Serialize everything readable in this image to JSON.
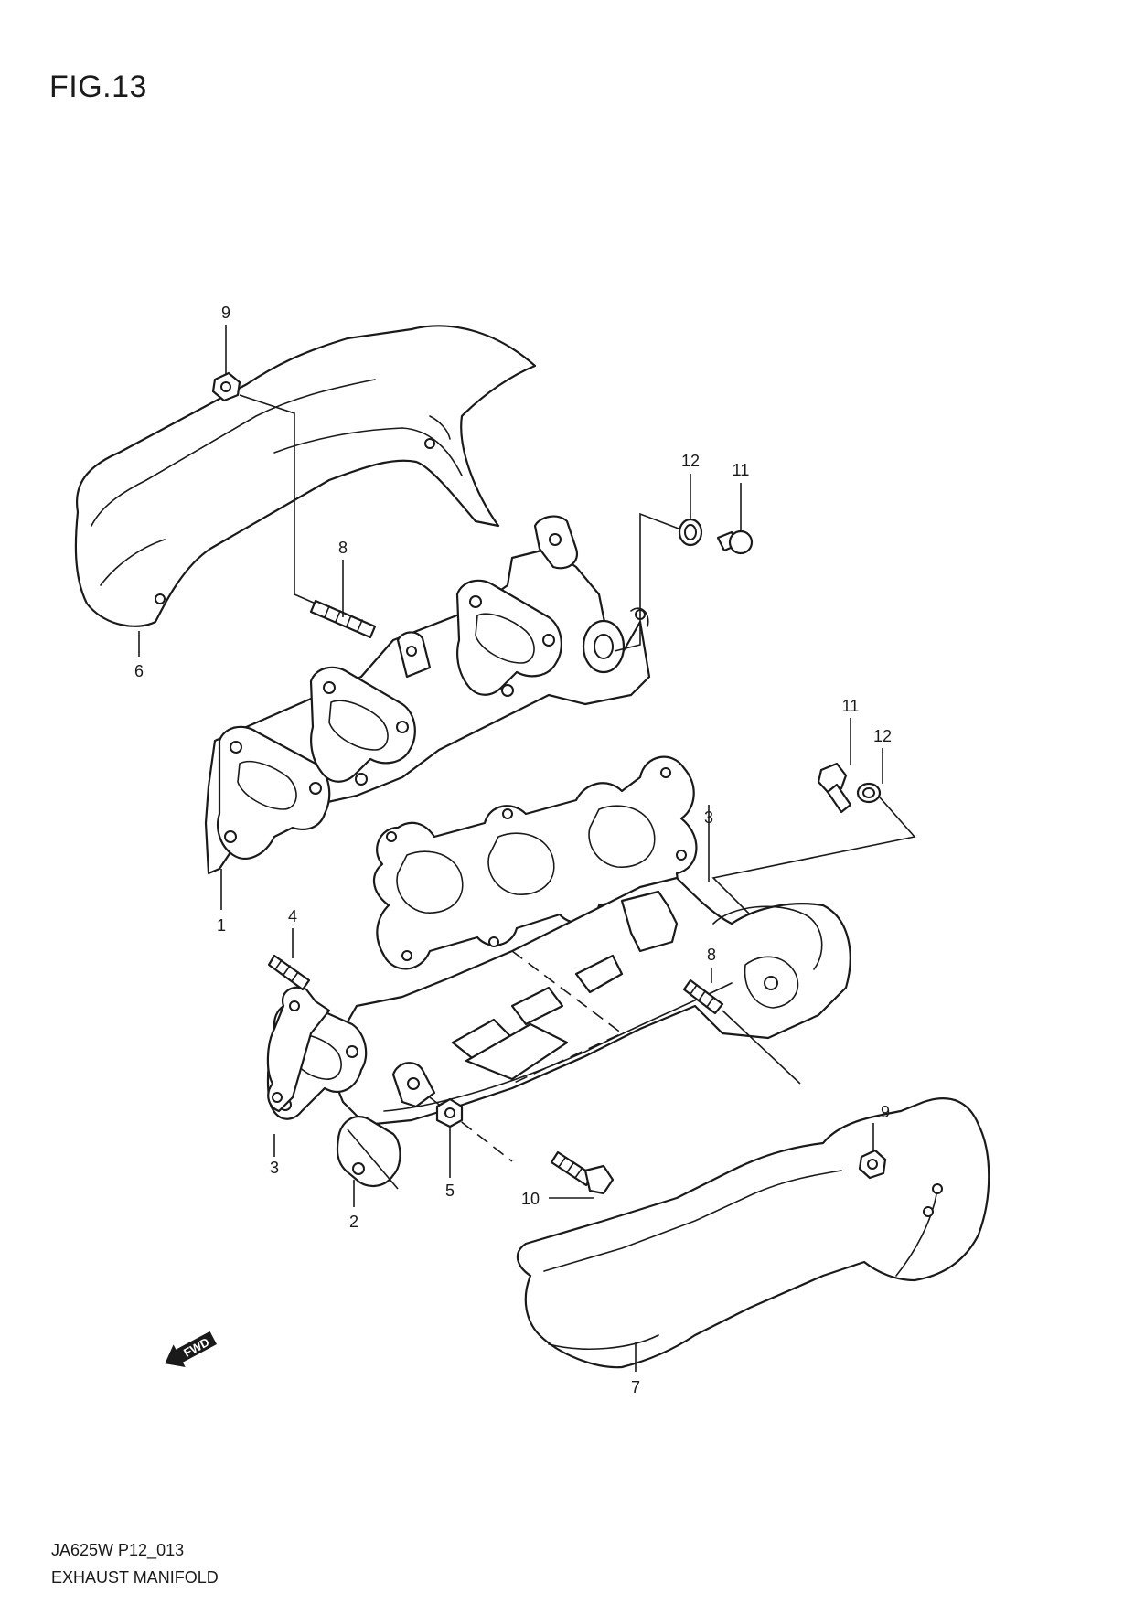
{
  "title": "FIG.13",
  "footer": {
    "code": "JA625W P12_013",
    "name": "EXHAUST MANIFOLD"
  },
  "fwd_label": "FWD",
  "callouts": {
    "c1": "1",
    "c2": "2",
    "c3a": "3",
    "c3b": "3",
    "c4": "4",
    "c5": "5",
    "c6": "6",
    "c7": "7",
    "c8a": "8",
    "c8b": "8",
    "c9a": "9",
    "c9b": "9",
    "c10": "10",
    "c11a": "11",
    "c11b": "11",
    "c12a": "12",
    "c12b": "12"
  }
}
